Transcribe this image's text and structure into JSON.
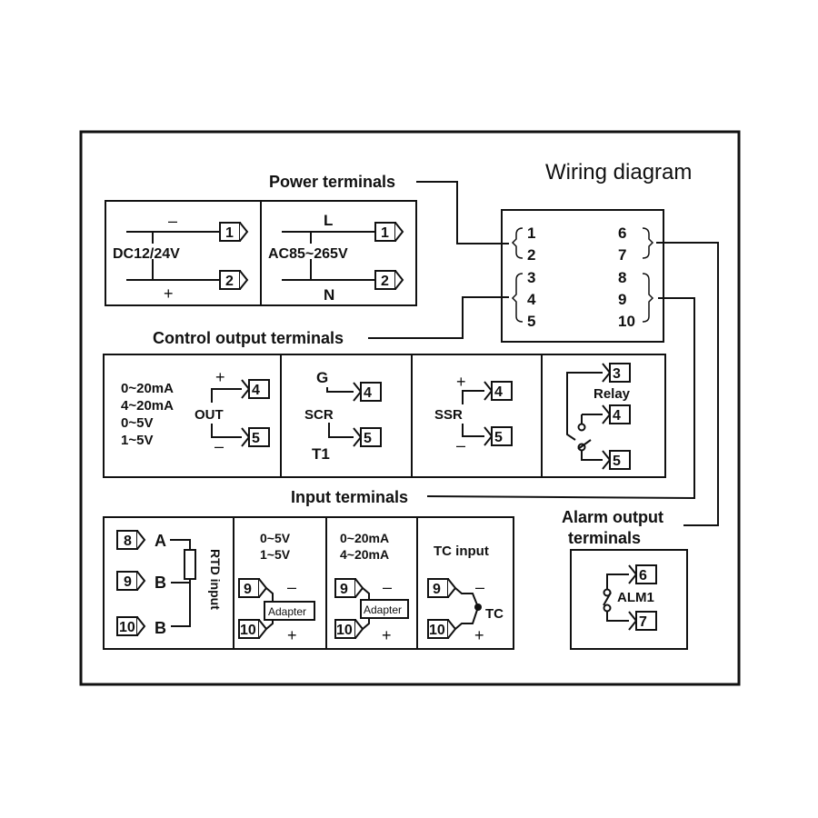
{
  "title": "Wiring diagram",
  "callouts": {
    "power": "Power terminals",
    "control": "Control output terminals",
    "input": "Input terminals",
    "alarm_line1": "Alarm output",
    "alarm_line2": "terminals"
  },
  "overview": {
    "left_col": [
      "1",
      "2",
      "3",
      "4",
      "5"
    ],
    "right_col": [
      "6",
      "7",
      "8",
      "9",
      "10"
    ]
  },
  "power": {
    "dc": {
      "label": "DC12/24V",
      "top_sign": "–",
      "bottom_sign": "+",
      "t1": "1",
      "t2": "2"
    },
    "ac": {
      "label": "AC85~265V",
      "top_sign": "L",
      "bottom_sign": "N",
      "t1": "1",
      "t2": "2"
    }
  },
  "control": {
    "analog": {
      "ranges": [
        "0~20mA",
        "4~20mA",
        "0~5V",
        "1~5V"
      ],
      "label": "OUT",
      "plus": "+",
      "minus": "–",
      "t1": "4",
      "t2": "5"
    },
    "scr": {
      "g": "G",
      "label": "SCR",
      "t": "T1",
      "t1": "4",
      "t2": "5"
    },
    "ssr": {
      "label": "SSR",
      "plus": "+",
      "minus": "–",
      "t1": "4",
      "t2": "5"
    },
    "relay": {
      "label": "Relay",
      "t1": "3",
      "t2": "4",
      "t3": "5"
    }
  },
  "input": {
    "rtd": {
      "label": "RTD input",
      "a": "A",
      "b1": "B",
      "b2": "B",
      "t1": "8",
      "t2": "9",
      "t3": "10"
    },
    "voltage": {
      "ranges": [
        "0~5V",
        "1~5V"
      ],
      "adapter": "Adapter",
      "minus": "–",
      "plus": "+",
      "t1": "9",
      "t2": "10"
    },
    "current": {
      "ranges": [
        "0~20mA",
        "4~20mA"
      ],
      "adapter": "Adapter",
      "minus": "–",
      "plus": "+",
      "t1": "9",
      "t2": "10"
    },
    "tc": {
      "label": "TC input",
      "tc": "TC",
      "minus": "–",
      "plus": "+",
      "t1": "9",
      "t2": "10"
    }
  },
  "alarm": {
    "label": "ALM1",
    "t1": "6",
    "t2": "7"
  }
}
